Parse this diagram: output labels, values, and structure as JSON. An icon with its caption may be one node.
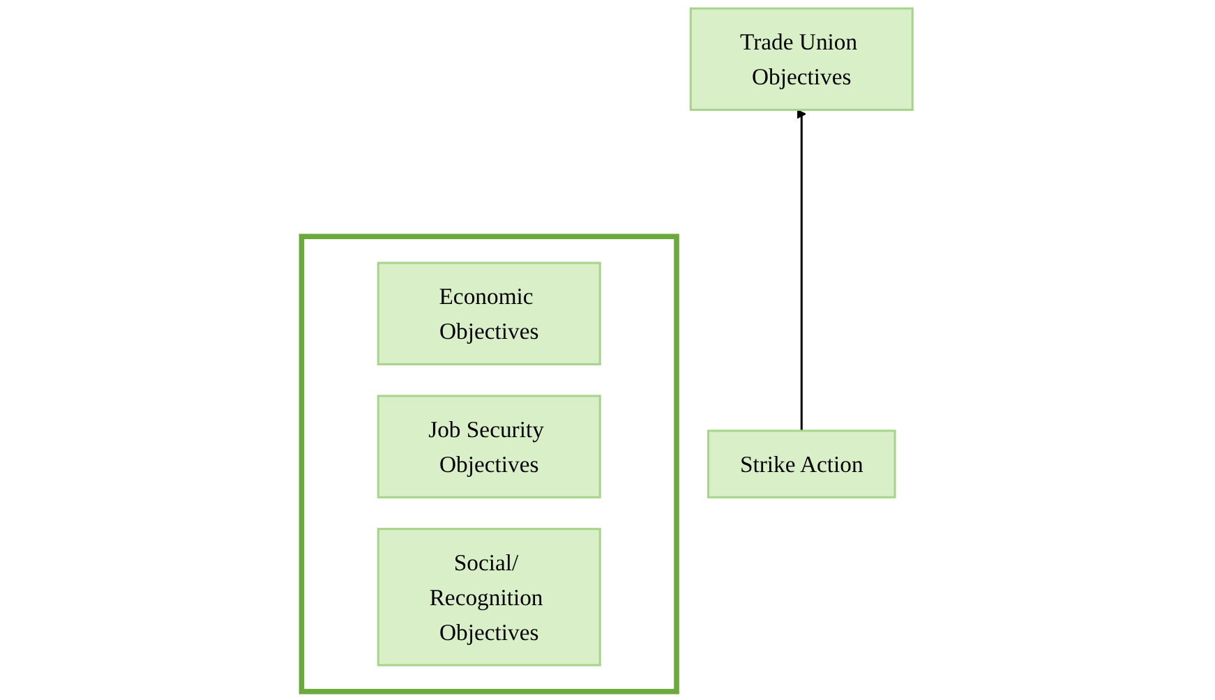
{
  "diagram": {
    "nodes": [
      {
        "text": [
          "Trade Union Objectives"
        ]
      },
      {
        "text": [],
        "shape": "box"
      },
      {
        "text": [
          "Economic Objectives"
        ],
        "in": 1
      },
      {
        "text": [
          "Job Security Objectives"
        ],
        "in": 1
      },
      {
        "text": [
          "Social/ Recognition Objectives"
        ],
        "in": 1
      },
      {
        "text": [
          "Strike Action"
        ]
      }
    ],
    "edges": [
      {
        "from": 5,
        "to": 0,
        "arrow": "to"
      }
    ]
  }
}
